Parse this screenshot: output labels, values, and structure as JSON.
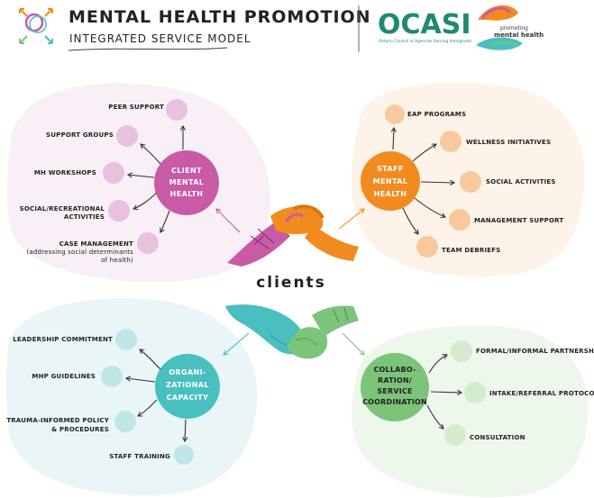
{
  "header": {
    "title": "MENTAL HEALTH PROMOTION",
    "subtitle": "INTEGRATED SERVICE MODEL"
  },
  "logo": {
    "name": "OCASI",
    "tagline": "Ontario Council of Agencies Serving Immigrants",
    "promo_line1": "promoting",
    "promo_line2": "mental health"
  },
  "center_label": "clients",
  "colors": {
    "pink_hub": "#c85aa6",
    "pink_dot": "#e8c1de",
    "pink_bg": "#f9eff6",
    "orange_hub": "#f28b1f",
    "orange_dot": "#f8c99e",
    "orange_bg": "#fdf3e8",
    "teal_hub": "#49bfbf",
    "teal_dot": "#bfe7e8",
    "teal_bg": "#e9f5f7",
    "green_hub": "#7cc47a",
    "green_dot": "#d4ebd0",
    "green_bg": "#eef7ec"
  },
  "hubs": {
    "client": {
      "lines": [
        "CLIENT",
        "MENTAL",
        "HEALTH"
      ]
    },
    "staff": {
      "lines": [
        "STAFF",
        "MENTAL",
        "HEALTH"
      ]
    },
    "org": {
      "lines": [
        "ORGANI-",
        "ZATIONAL",
        "CAPACITY"
      ]
    },
    "collab": {
      "lines": [
        "COLLABO-",
        "RATION/",
        "SERVICE",
        "COORDINATION"
      ]
    }
  },
  "client_items": [
    "PEER SUPPORT",
    "SUPPORT GROUPS",
    "MH WORKSHOPS",
    "SOCIAL/RECREATIONAL",
    "ACTIVITIES",
    "CASE MANAGEMENT",
    "(addressing social determinants",
    "of health)"
  ],
  "staff_items": [
    "EAP PROGRAMS",
    "WELLNESS INITIATIVES",
    "SOCIAL ACTIVITIES",
    "MANAGEMENT SUPPORT",
    "TEAM DEBRIEFS"
  ],
  "org_items": [
    "LEADERSHIP COMMITMENT",
    "MHP GUIDELINES",
    "TRAUMA-INFORMED POLICY",
    "& PROCEDURES",
    "STAFF TRAINING"
  ],
  "collab_items": [
    "FORMAL/INFORMAL PARTNERSHIPS",
    "INTAKE/REFERRAL PROTOCOLS",
    "CONSULTATION"
  ]
}
